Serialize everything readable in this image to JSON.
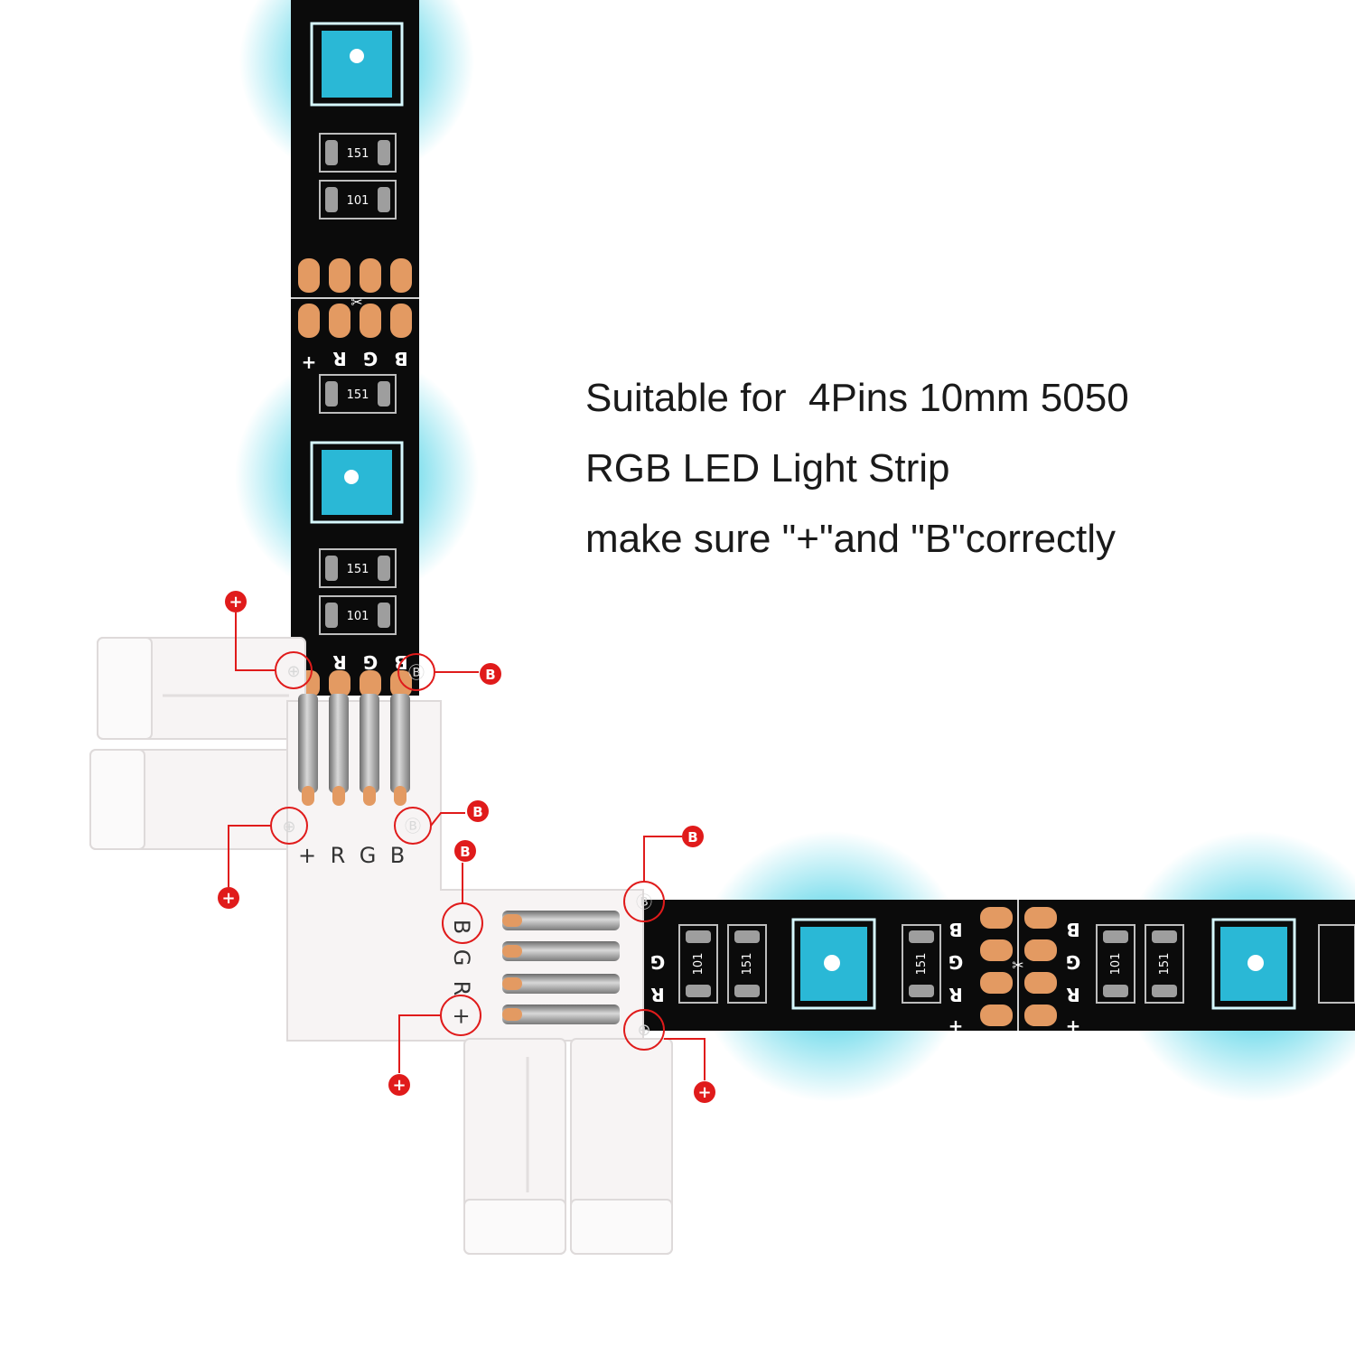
{
  "caption": {
    "line1": "Suitable for  4Pins 10mm 5050",
    "line2": "RGB LED Light Strip",
    "line3": "make sure \"+\"and \"B\"correctly"
  },
  "pin_labels": {
    "plus": "+",
    "r": "R",
    "g": "G",
    "b": "B"
  },
  "resistor_codes": {
    "r151": "151",
    "r101": "101"
  },
  "colors": {
    "led_glow": "#22c7e0",
    "strip_pcb": "#0b0b0b",
    "copper_pad": "#e39a62",
    "callout_red": "#e01b1b",
    "connector_white": "#f7f4f4"
  },
  "icons": [
    "plus-callout-icon",
    "b-callout-icon",
    "led-chip-icon",
    "scissor-cut-icon"
  ]
}
